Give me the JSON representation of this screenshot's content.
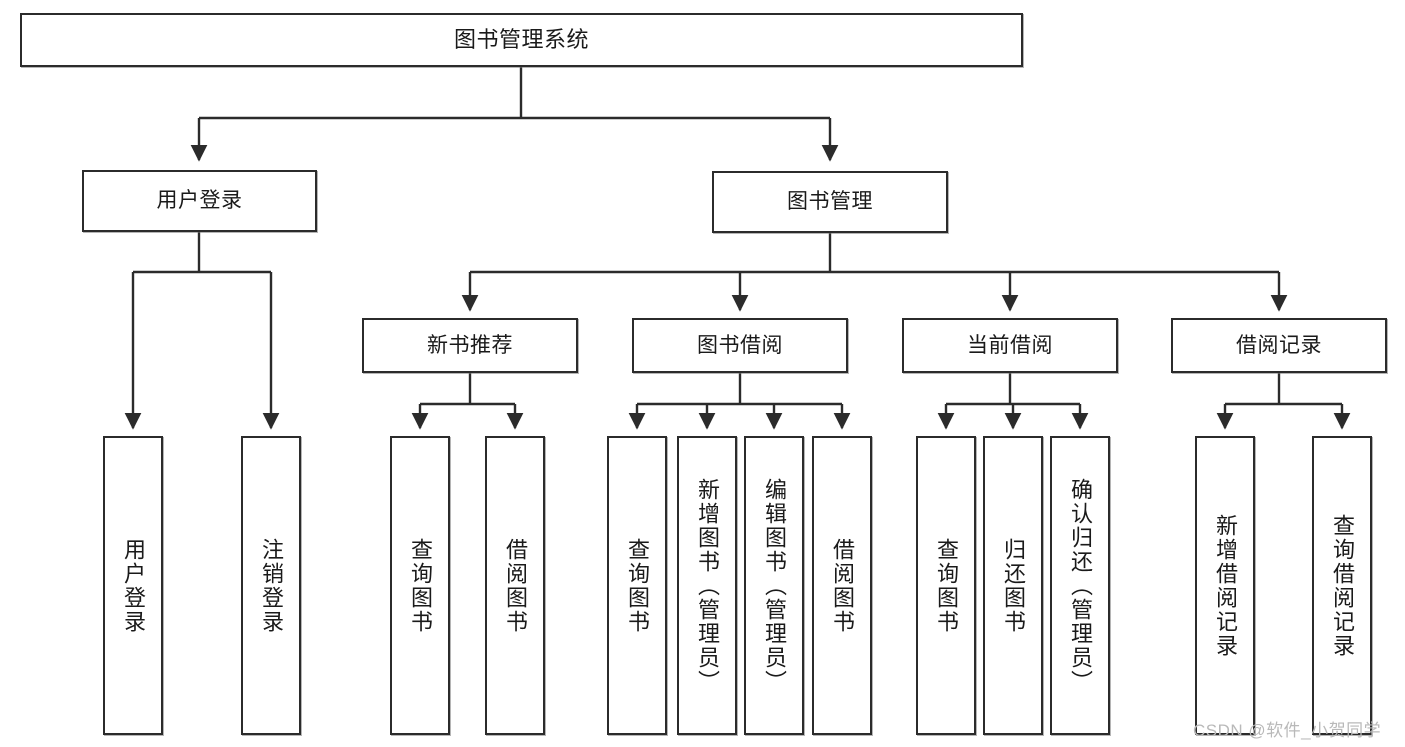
{
  "diagram": {
    "type": "tree",
    "title": "图书管理系统",
    "colors": {
      "box_border": "#2b2b2b",
      "box_fill": "#ffffff",
      "connector": "#2b2b2b",
      "text": "#1a1a1a",
      "watermark": "#b9b9b9"
    },
    "nodes": {
      "root": {
        "label": "图书管理系统"
      },
      "level1": [
        {
          "id": "user-login",
          "label": "用户登录"
        },
        {
          "id": "book-management",
          "label": "图书管理"
        }
      ],
      "level2": [
        {
          "id": "new-book-recommend",
          "label": "新书推荐"
        },
        {
          "id": "book-borrow",
          "label": "图书借阅"
        },
        {
          "id": "current-borrow",
          "label": "当前借阅"
        },
        {
          "id": "borrow-record",
          "label": "借阅记录"
        }
      ],
      "leaves": {
        "user_login": [
          {
            "id": "leaf-user-login",
            "label": "用户登录"
          },
          {
            "id": "leaf-logout",
            "label": "注销登录"
          }
        ],
        "new_book_recommend": [
          {
            "id": "leaf-query-book-1",
            "label": "查询图书"
          },
          {
            "id": "leaf-borrow-book-1",
            "label": "借阅图书"
          }
        ],
        "book_borrow": [
          {
            "id": "leaf-query-book-2",
            "label": "查询图书"
          },
          {
            "id": "leaf-add-book",
            "label": "新增图书（管理员）"
          },
          {
            "id": "leaf-edit-book",
            "label": "编辑图书（管理员）"
          },
          {
            "id": "leaf-borrow-book-2",
            "label": "借阅图书"
          }
        ],
        "current_borrow": [
          {
            "id": "leaf-query-book-3",
            "label": "查询图书"
          },
          {
            "id": "leaf-return-book",
            "label": "归还图书"
          },
          {
            "id": "leaf-confirm-return",
            "label": "确认归还（管理员）"
          }
        ],
        "borrow_record": [
          {
            "id": "leaf-add-record",
            "label": "新增借阅记录"
          },
          {
            "id": "leaf-query-record",
            "label": "查询借阅记录"
          }
        ]
      }
    },
    "watermark": "CSDN @软件_小贺同学"
  }
}
